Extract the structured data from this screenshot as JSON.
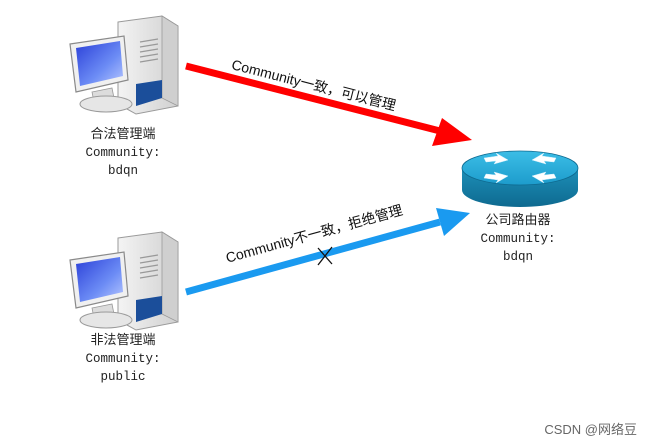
{
  "nodes": {
    "legit_admin": {
      "title": "合法管理端",
      "community_label": "Community:",
      "community_value": "bdqn"
    },
    "illegal_admin": {
      "title": "非法管理端",
      "community_label": "Community:",
      "community_value": "public"
    },
    "router": {
      "title": "公司路由器",
      "community_label": "Community:",
      "community_value": "bdqn"
    }
  },
  "edges": {
    "allowed": {
      "label": "Community一致，可以管理",
      "color": "#ff0000"
    },
    "denied": {
      "label": "Community不一致，拒绝管理",
      "color": "#1a9af0",
      "blocked_mark": "✕"
    }
  },
  "watermark": "CSDN @网络豆"
}
